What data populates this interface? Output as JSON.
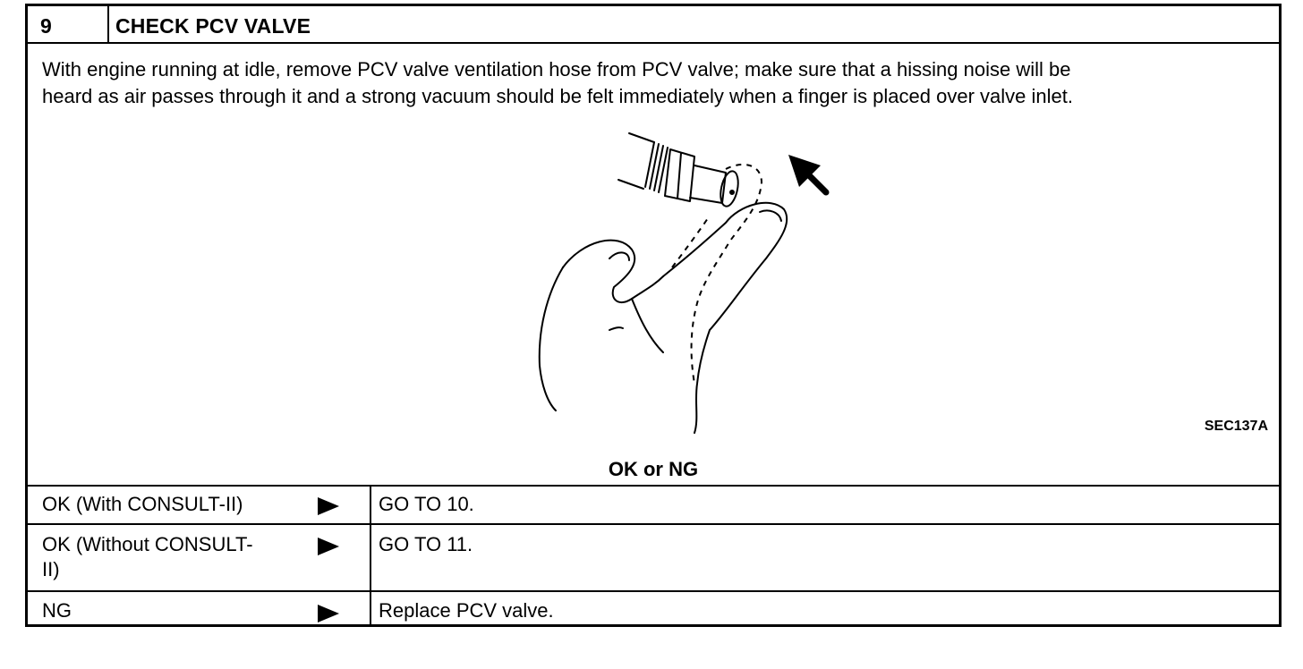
{
  "step": {
    "number": "9",
    "title": "CHECK PCV VALVE"
  },
  "description": "With engine running at idle, remove PCV valve ventilation hose from PCV valve; make sure that a hissing noise will be\nheard as air passes through it and a strong vacuum should be felt immediately when a finger is placed over valve inlet.",
  "figure": {
    "id": "SEC137A",
    "icon": "pcv-valve-finger-illustration"
  },
  "result_prompt": "OK or NG",
  "results": [
    {
      "condition": "OK (With CONSULT-II)",
      "action": "GO TO 10."
    },
    {
      "condition": "OK (Without CONSULT-\nII)",
      "action": "GO TO 11."
    },
    {
      "condition": "NG",
      "action": "Replace PCV valve."
    }
  ]
}
